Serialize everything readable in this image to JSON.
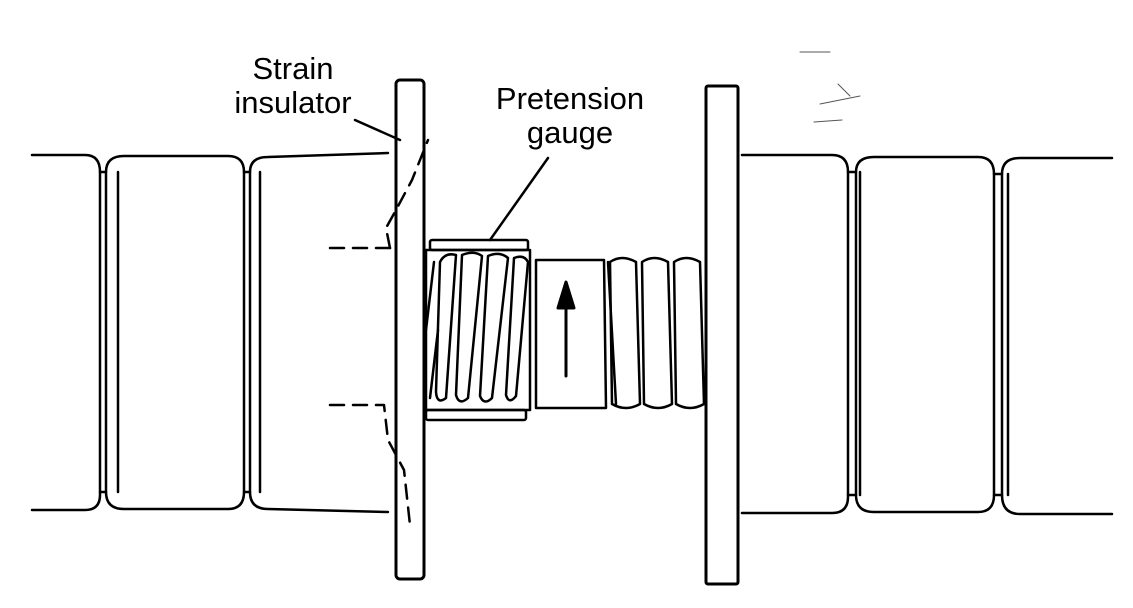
{
  "labels": {
    "strain_insulator": {
      "line1": "Strain",
      "line2": "insulator"
    },
    "pretension_gauge": {
      "line1": "Pretension",
      "line2": "gauge"
    }
  },
  "colors": {
    "ink": "#000000",
    "paper": "#ffffff"
  }
}
